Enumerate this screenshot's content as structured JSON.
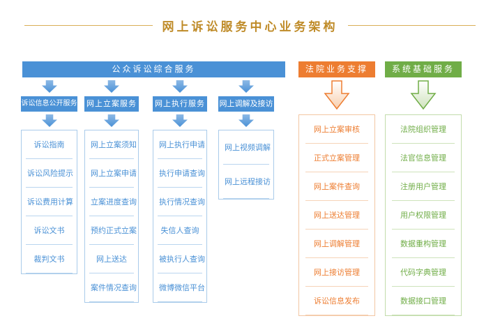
{
  "title": "网上诉讼服务中心业务架构",
  "colors": {
    "title_text": "#bf8b28",
    "title_line": "#d9ae56",
    "blue": "#4a91d6",
    "orange": "#ed7d31",
    "green": "#70ad47"
  },
  "public_services": {
    "header": "公众诉讼综合服务",
    "groups": [
      {
        "header": "诉讼信息公开服务",
        "items": [
          "诉讼指南",
          "诉讼风险提示",
          "诉讼费用计算",
          "诉讼文书",
          "裁判文书"
        ]
      },
      {
        "header": "网上立案服务",
        "items": [
          "网上立案须知",
          "网上立案申请",
          "立案进度查询",
          "预约正式立案",
          "网上送达",
          "案件情况查询"
        ]
      },
      {
        "header": "网上执行服务",
        "items": [
          "网上执行申请",
          "执行申请查询",
          "执行情况查询",
          "失信人查询",
          "被执行人查询",
          "微博微信平台"
        ]
      },
      {
        "header": "网上调解及接访",
        "items": [
          "网上视频调解",
          "网上远程接访"
        ]
      }
    ]
  },
  "court_support": {
    "header": "法院业务支撑",
    "items": [
      "网上立案审核",
      "正式立案管理",
      "网上案件查询",
      "网上送达管理",
      "网上调解管理",
      "网上接访管理",
      "诉讼信息发布"
    ]
  },
  "system_services": {
    "header": "系统基础服务",
    "items": [
      "法院组织管理",
      "法官信息管理",
      "注册用户管理",
      "用户权限管理",
      "数据重构管理",
      "代码字典管理",
      "数据接口管理"
    ]
  }
}
